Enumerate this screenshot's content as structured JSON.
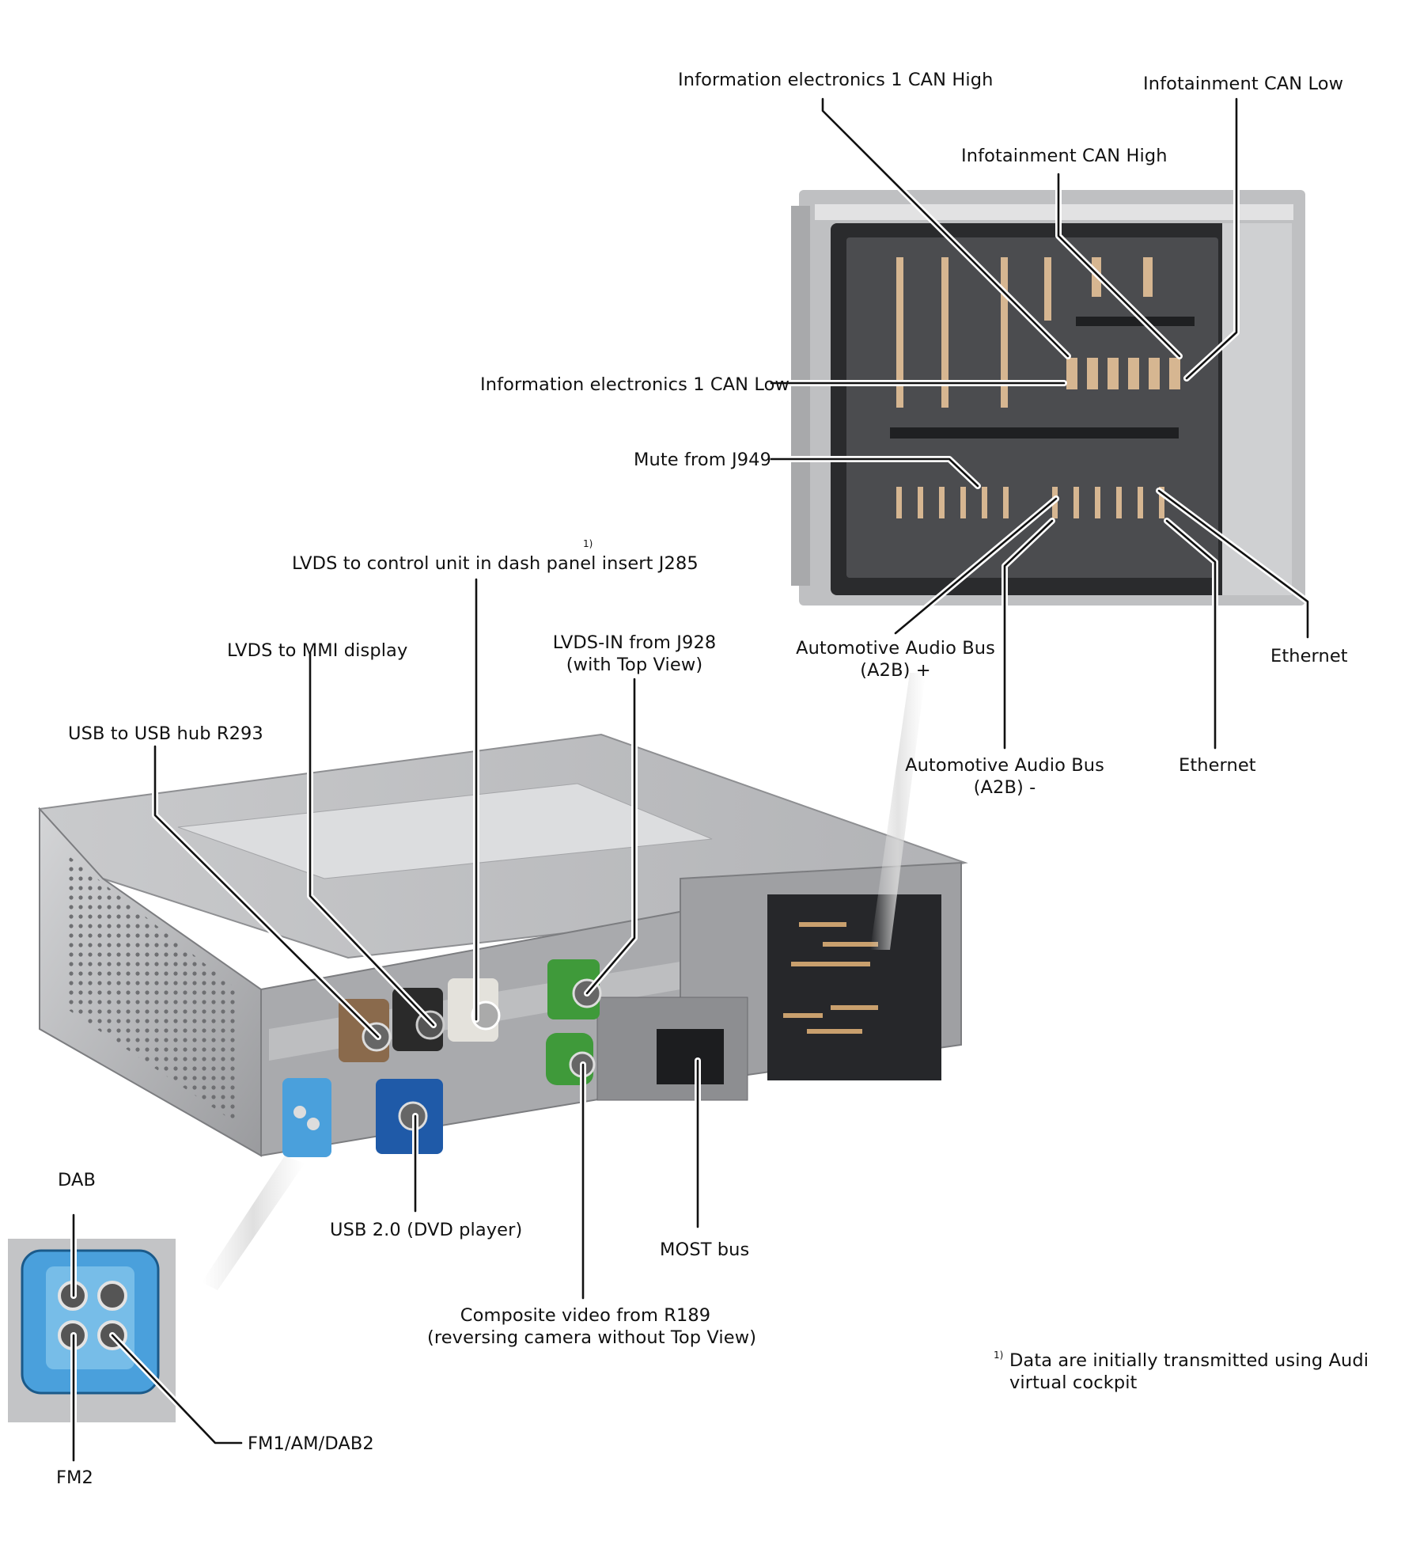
{
  "diagram": {
    "labels": {
      "info_can_high": "Information electronics 1 CAN High",
      "infotain_can_low": "Infotainment CAN Low",
      "infotain_can_high": "Infotainment CAN High",
      "info_can_low": "Information electronics 1 CAN Low",
      "mute": "Mute from J949",
      "lvds_j285": "LVDS to control unit in dash panel insert J285",
      "lvds_j285_note": "1)",
      "lvds_mmi": "LVDS to MMI display",
      "lvds_in_l1": "LVDS-IN from J928",
      "lvds_in_l2": "(with Top View)",
      "a2b_plus_l1": "Automotive Audio Bus",
      "a2b_plus_l2": "(A2B) +",
      "ethernet_1": "Ethernet",
      "usb_hub": "USB to USB hub R293",
      "a2b_minus_l1": "Automotive Audio Bus",
      "a2b_minus_l2": "(A2B) -",
      "ethernet_2": "Ethernet",
      "dab": "DAB",
      "usb20": "USB 2.0 (DVD player)",
      "most": "MOST bus",
      "composite_l1": "Composite video from R189",
      "composite_l2": "(reversing camera without Top View)",
      "fm1": "FM1/AM/DAB2",
      "fm2": "FM2"
    },
    "footnote": {
      "marker": "1)",
      "line1": "Data are initially transmitted using Audi",
      "line2": "virtual cockpit"
    },
    "colors": {
      "connector_brown": "#8a6a4c",
      "connector_black": "#2a2a2a",
      "connector_white": "#e4e2dc",
      "connector_green": "#3f9a3a",
      "connector_blue_light": "#4aa0dc",
      "connector_blue_dark": "#1f5aa8",
      "housing_grey": "#b8b9bb",
      "pin_gold": "#d4b48a"
    }
  }
}
